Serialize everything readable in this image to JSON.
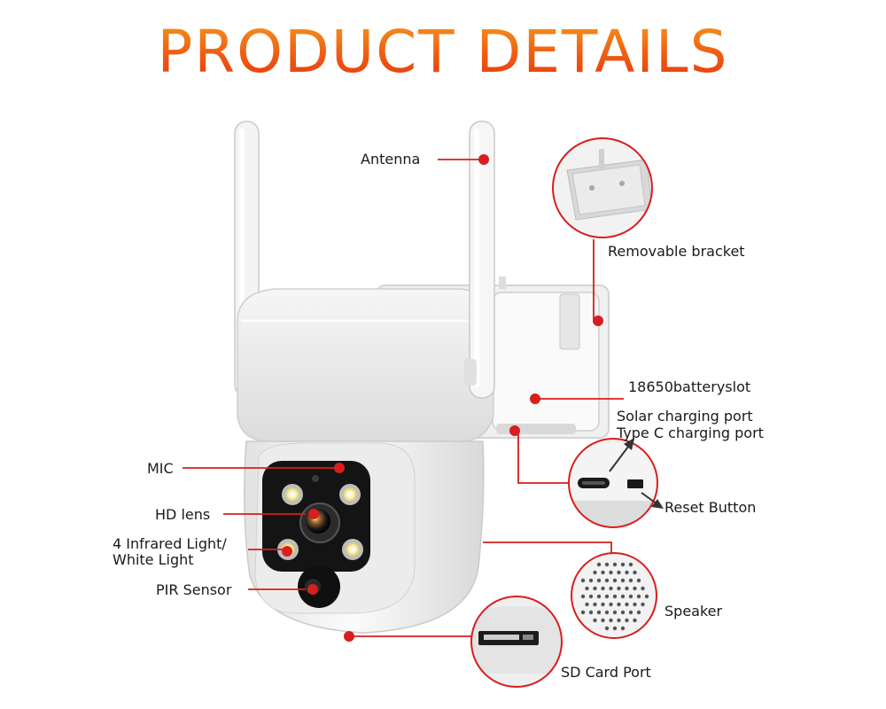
{
  "title": "PRODUCT DETAILS",
  "colors": {
    "title_top": "#f7a221",
    "title_bottom": "#e52d0c",
    "callout_red": "#d81e1e",
    "camera_body": "#f3f3f3"
  },
  "labels": {
    "antenna": "Antenna",
    "bracket": "Removable bracket",
    "battery": "18650batteryslot",
    "solar": "Solar charging port",
    "typec": "Type C charging port",
    "reset": "Reset Button",
    "mic": "MIC",
    "lens": "HD lens",
    "ir_line1": "4 Infrared Light/",
    "ir_line2": "White Light",
    "pir": "PIR Sensor",
    "speaker": "Speaker",
    "sd": "SD Card Port"
  }
}
